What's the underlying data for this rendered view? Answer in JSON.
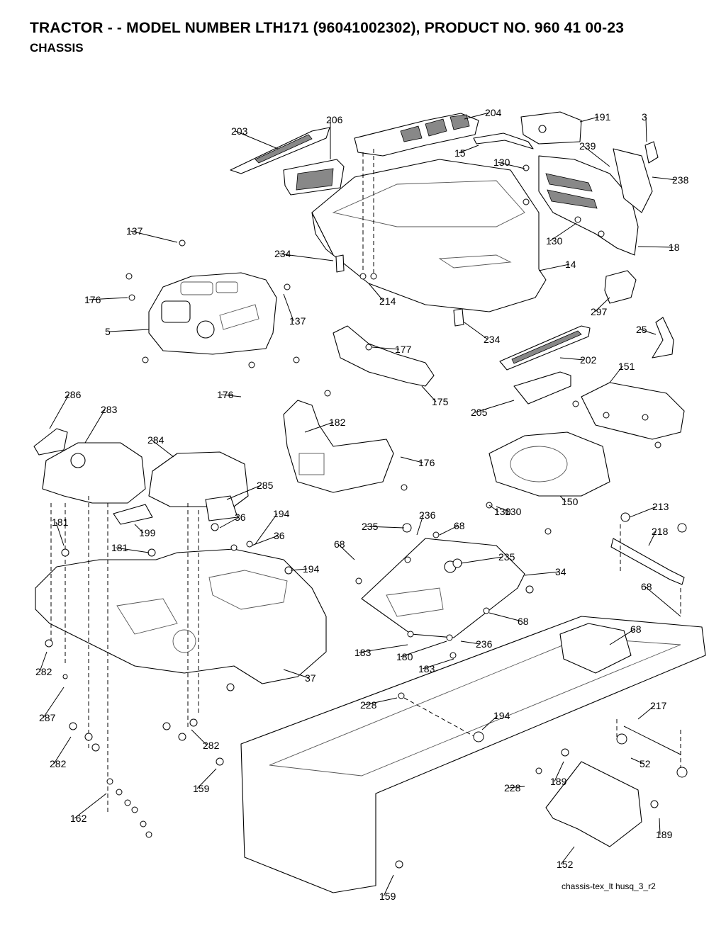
{
  "header": {
    "title": "TRACTOR - - MODEL NUMBER LTH171 (96041002302), PRODUCT NO. 960 41 00-23",
    "subtitle": "CHASSIS"
  },
  "caption": "chassis-tex_lt husq_3_r2",
  "callouts": [
    "204",
    "191",
    "3",
    "203",
    "206",
    "15",
    "130",
    "239",
    "238",
    "137",
    "234",
    "130",
    "18",
    "14",
    "176",
    "214",
    "5",
    "137",
    "297",
    "234",
    "25",
    "177",
    "202",
    "176",
    "151",
    "175",
    "205",
    "286",
    "283",
    "182",
    "176",
    "284",
    "130",
    "285",
    "199",
    "36",
    "194",
    "150",
    "130",
    "213",
    "36",
    "181",
    "235",
    "236",
    "68",
    "218",
    "181",
    "68",
    "235",
    "194",
    "34",
    "68",
    "68",
    "183",
    "236",
    "180",
    "68",
    "183",
    "282",
    "37",
    "228",
    "194",
    "217",
    "287",
    "282",
    "52",
    "282",
    "159",
    "228",
    "189",
    "189",
    "162",
    "152",
    "159"
  ]
}
